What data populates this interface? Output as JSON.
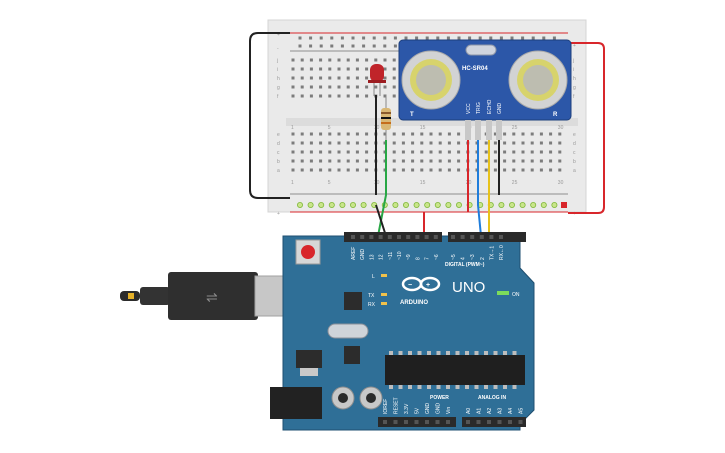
{
  "sensor": {
    "model": "HC-SR04",
    "transmitter_label": "T",
    "receiver_label": "R",
    "pins": [
      "VCC",
      "TRIG",
      "ECHO",
      "GND"
    ]
  },
  "arduino": {
    "brand": "ARDUINO",
    "model": "UNO",
    "digital_header_label": "DIGITAL (PWM~)",
    "on_label": "ON",
    "tx_label": "TX",
    "rx_label": "RX",
    "l_label": "L",
    "power_label": "POWER",
    "analog_label": "ANALOG IN",
    "top_pins": [
      "AREF",
      "GND",
      "13",
      "12",
      "~11",
      "~10",
      "~9",
      "8",
      "7",
      "~6",
      "~5",
      "4",
      "~3",
      "2",
      "TX→1",
      "RX←0"
    ],
    "power_pins": [
      "IOREF",
      "RESET",
      "3.3V",
      "5V",
      "GND",
      "GND",
      "Vin"
    ],
    "analog_pins": [
      "A0",
      "A1",
      "A2",
      "A3",
      "A4",
      "A5"
    ]
  },
  "breadboard": {
    "row_letters_top": [
      "j",
      "i",
      "h",
      "g",
      "f"
    ],
    "row_letters_bottom": [
      "e",
      "d",
      "c",
      "b",
      "a"
    ],
    "column_numbers": [
      "1",
      "5",
      "10",
      "15",
      "20",
      "25",
      "30"
    ],
    "rail_plus": "+",
    "rail_minus": "-"
  },
  "colors": {
    "arduino_board": "#2f6f97",
    "sensor_board": "#2c57a8",
    "wire_red": "#d8262b",
    "wire_black": "#222222",
    "wire_green": "#28a745",
    "wire_blue": "#1f7ddb",
    "wire_yellow": "#e7c21b",
    "led_red": "#c0242a"
  }
}
